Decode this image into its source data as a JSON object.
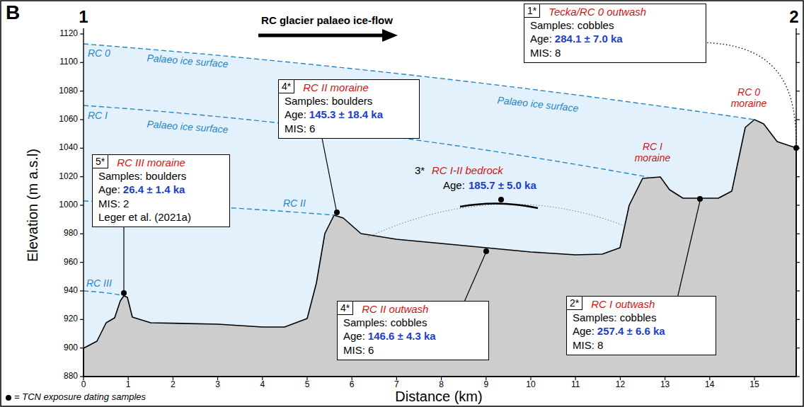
{
  "diagram": {
    "nodes": [
      {
        "text": [
          "1*",
          "Tecka/RC 0 outwash",
          "Samples: cobbles",
          "Age:",
          "284.1 ± 7.0 ka",
          "MIS: 8"
        ]
      },
      {
        "text": [
          "4*",
          "RC II moraine",
          "Samples: boulders",
          "Age:",
          "145.3 ± 18.4 ka",
          "MIS: 6"
        ]
      },
      {
        "text": [
          "5*",
          "RC III moraine",
          "Samples: boulders",
          "Age:",
          "26.4 ± 1.4 ka",
          "MIS: 2",
          "Leger et al. (2021a)"
        ]
      },
      {
        "text": [
          "4*",
          "RC II outwash",
          "Samples: cobbles",
          "Age:",
          "146.6 ± 4.3 ka",
          "MIS: 6"
        ]
      },
      {
        "text": [
          "2*",
          "RC I outwash",
          "Samples: cobbles",
          "Age:",
          "257.4 ± 6.6 ka",
          "MIS: 8"
        ]
      }
    ],
    "labels": [
      "B",
      "1",
      "2",
      "RC glacier palaeo ice-flow",
      "Elevation (m a.s.l)",
      "Distance (km)",
      "1120",
      "1100",
      "1080",
      "1060",
      "1040",
      "1020",
      "1000",
      "980",
      "960",
      "940",
      "920",
      "900",
      "880",
      "0",
      "1",
      "2",
      "3",
      "4",
      "5",
      "6",
      "7",
      "8",
      "9",
      "10",
      "11",
      "12",
      "13",
      "14",
      "15",
      "RC 0",
      "Palaeo ice surface",
      "RC I",
      "Palaeo ice surface",
      "Palaeo ice surface",
      "RC II",
      "RC III",
      "RC 0 moraine",
      "RC I moraine",
      "3*",
      "RC I-II bedrock",
      "Age:",
      "185.7 ± 5.0 ka"
    ],
    "legend": [
      {
        "text": "= TCN exposure dating samples"
      }
    ]
  }
}
